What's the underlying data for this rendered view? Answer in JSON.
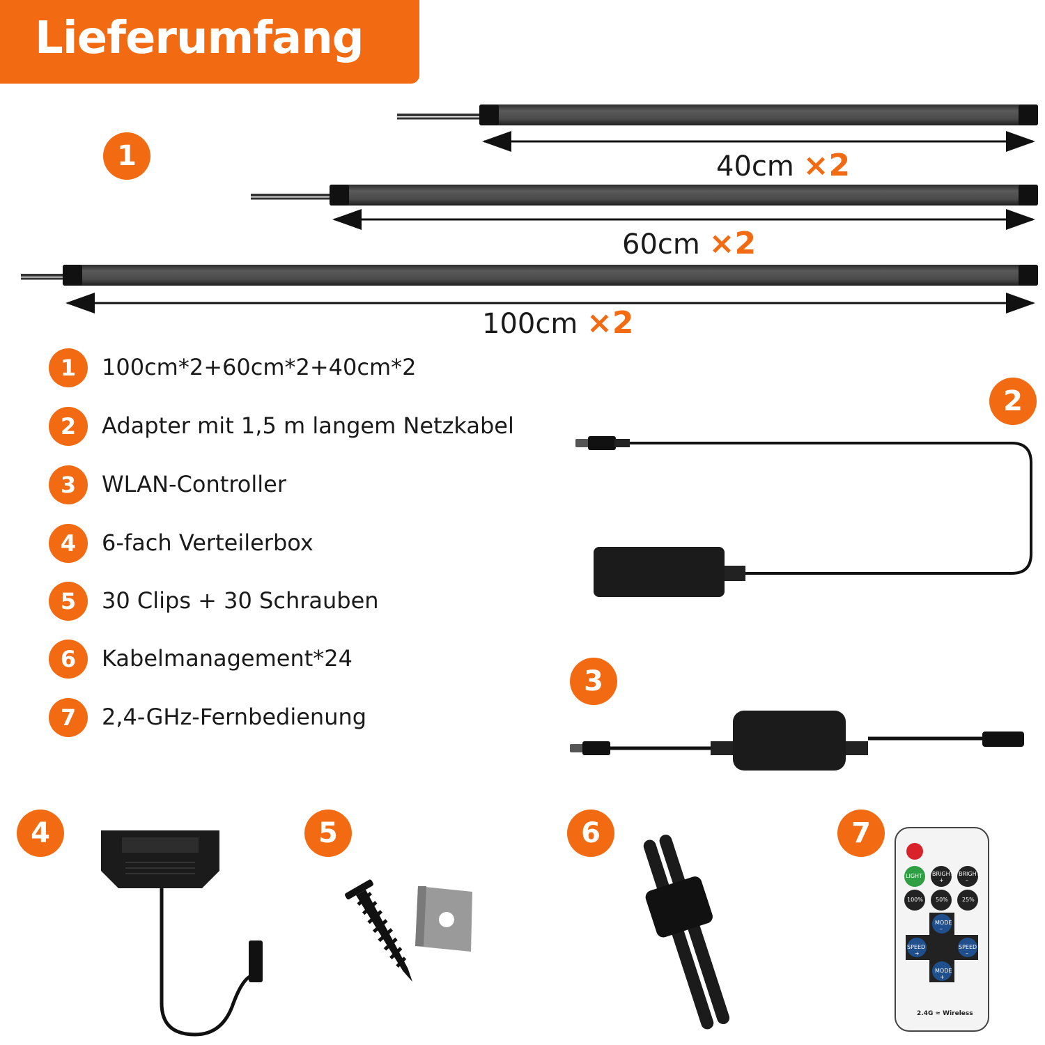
{
  "header": {
    "title": "Lieferumfang"
  },
  "bars": [
    {
      "length": "40cm",
      "mult": "×2"
    },
    {
      "length": "60cm",
      "mult": "×2"
    },
    {
      "length": "100cm",
      "mult": "×2"
    }
  ],
  "bars_badge": "1",
  "items": [
    {
      "num": "1",
      "label": "100cm*2+60cm*2+40cm*2"
    },
    {
      "num": "2",
      "label": "Adapter mit 1,5 m langem Netzkabel"
    },
    {
      "num": "3",
      "label": "WLAN-Controller"
    },
    {
      "num": "4",
      "label": "6-fach Verteilerbox"
    },
    {
      "num": "5",
      "label": "30 Clips + 30 Schrauben"
    },
    {
      "num": "6",
      "label": "Kabelmanagement*24"
    },
    {
      "num": "7",
      "label": "2,4-GHz-Fernbedienung"
    }
  ],
  "product_badges": [
    "2",
    "3",
    "4",
    "5",
    "6",
    "7"
  ],
  "remote": {
    "buttons": [
      "LIGHT",
      "BRIGHT",
      "BRIGHT",
      "100%",
      "50%",
      "25%",
      "MODE",
      "SPEED",
      "SPEED",
      "MODE"
    ],
    "signs": [
      "+",
      "–",
      "–",
      "+",
      "–",
      "+"
    ],
    "footer": "2.4G",
    "footer_wireless": "Wireless"
  },
  "colors": {
    "accent": "#f26a12",
    "bar": "#4a4a4a",
    "product": "#1a1a1a"
  }
}
